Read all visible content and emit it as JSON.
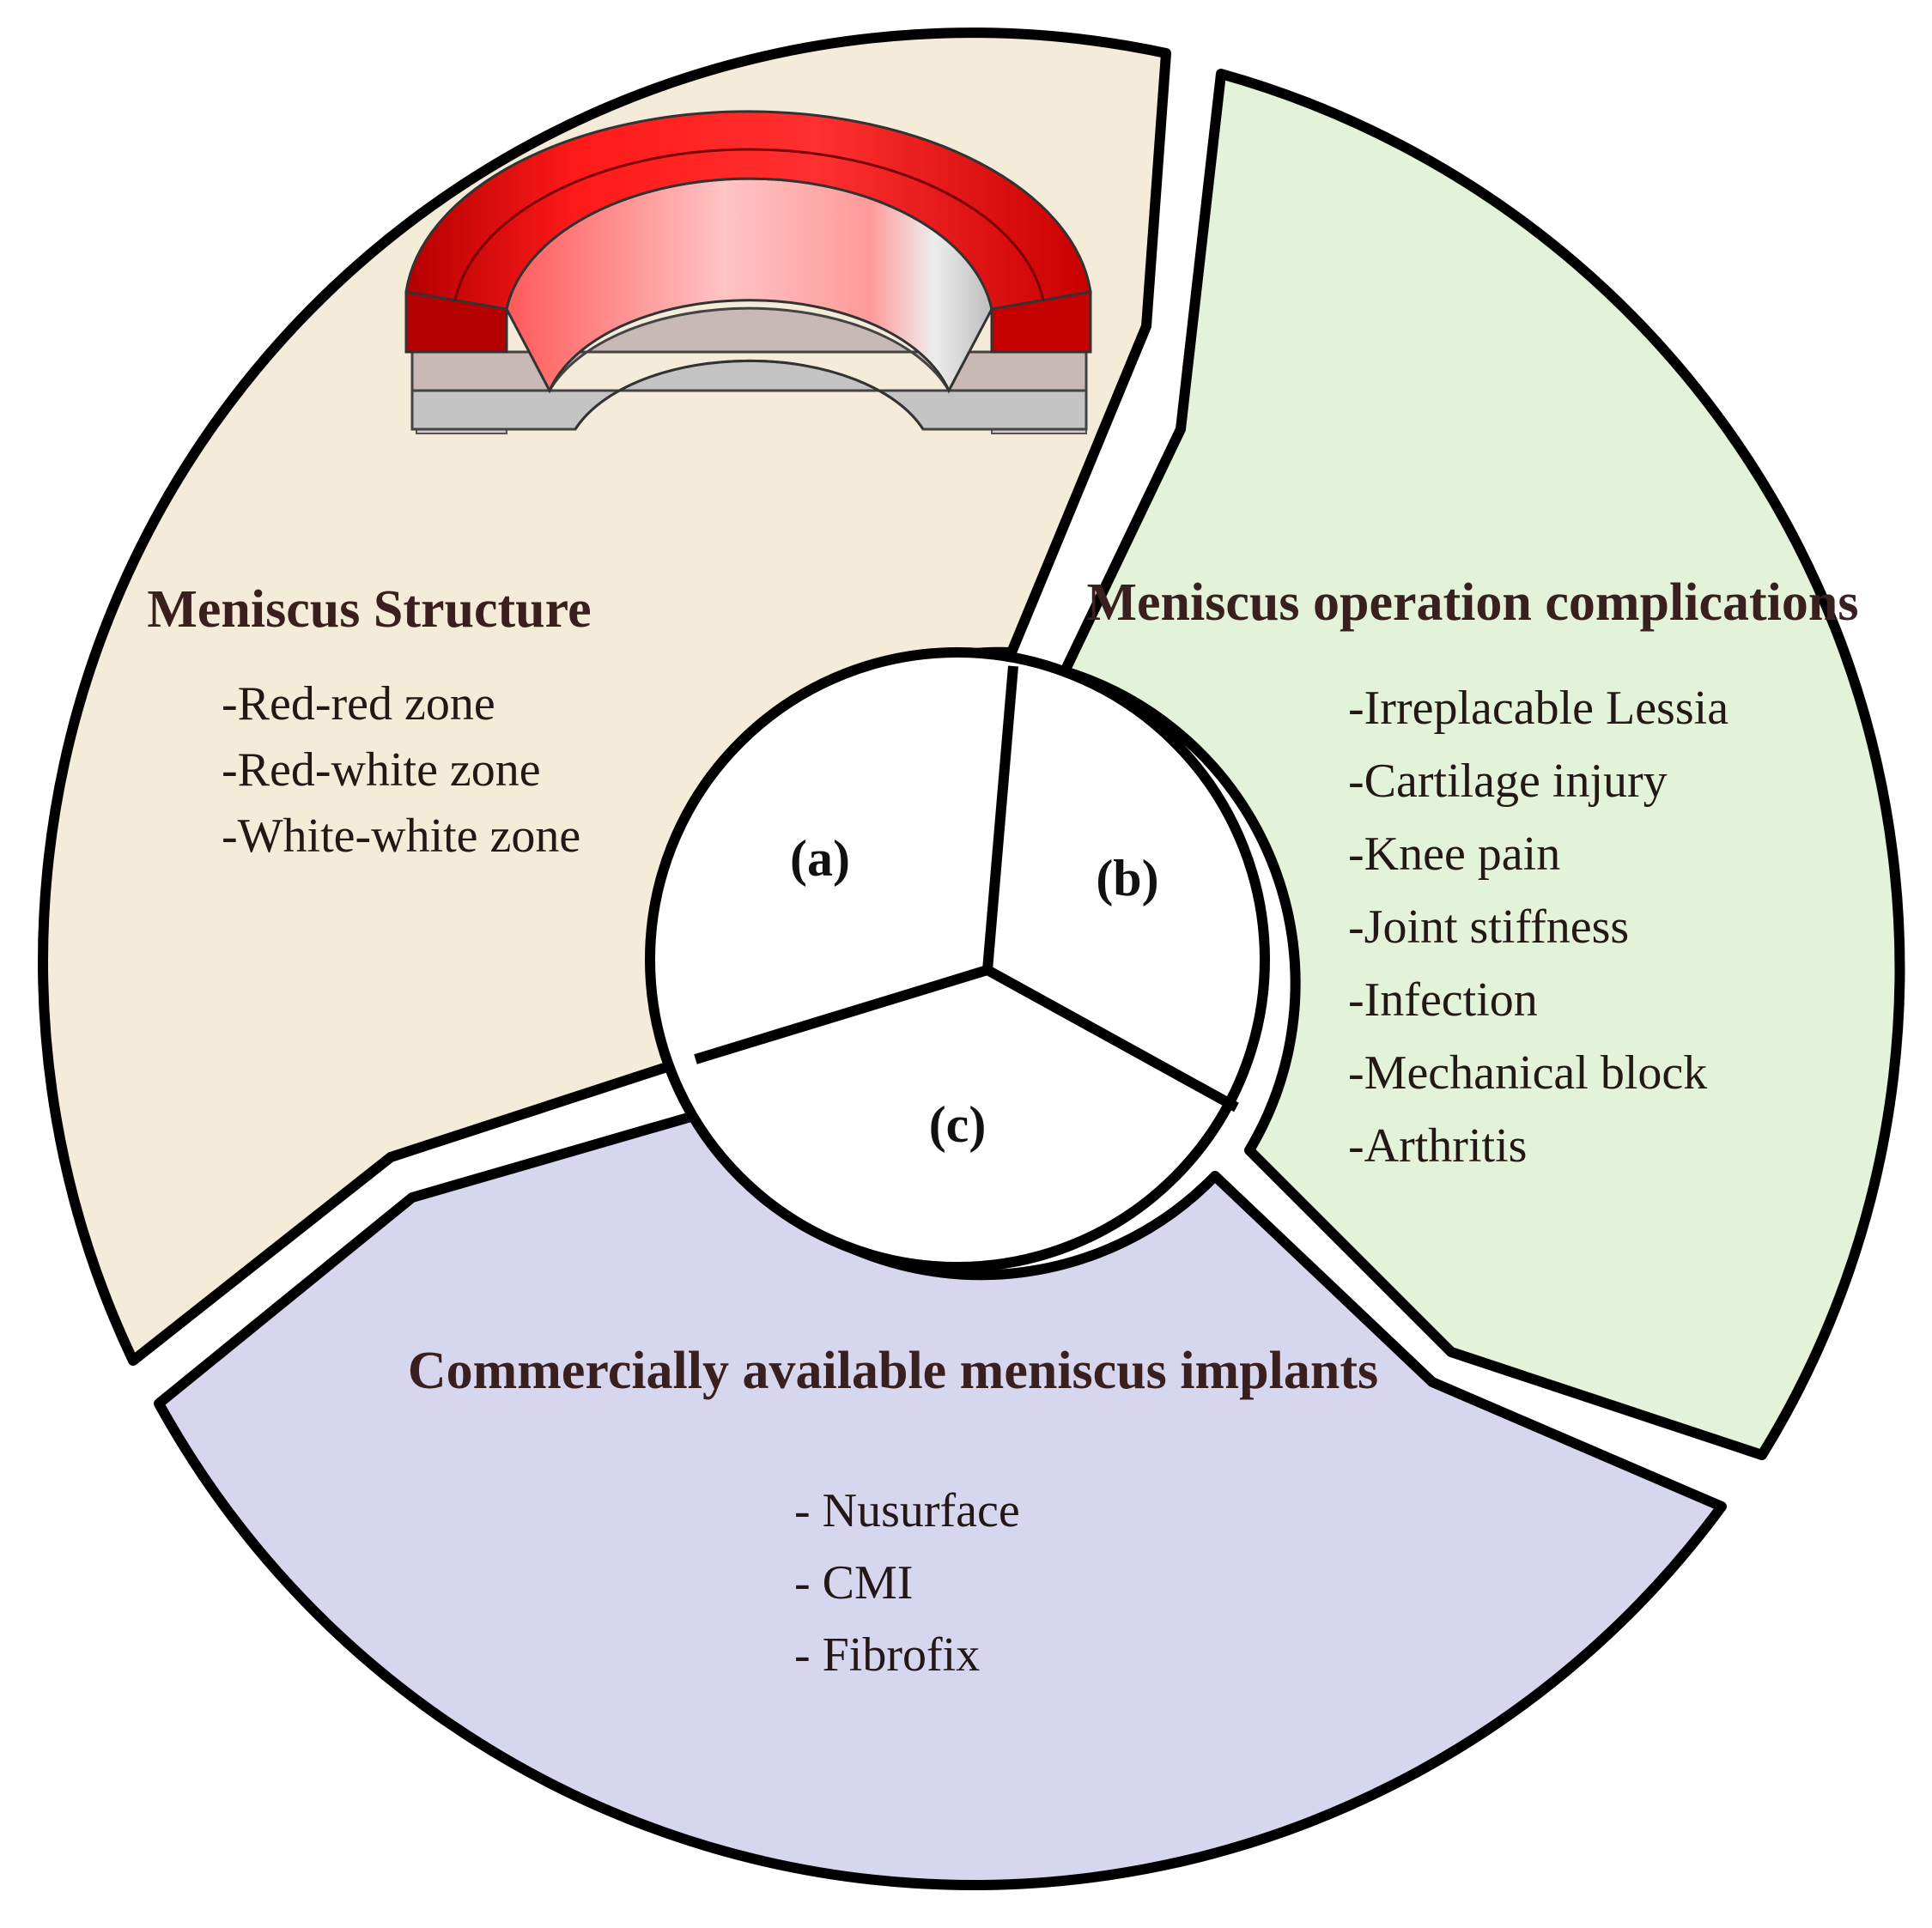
{
  "colors": {
    "segment_a_fill": "#f4ecd9",
    "segment_b_fill": "#e2f3d9",
    "segment_c_fill": "#d7d6ef",
    "outline": "#000000",
    "hub_fill": "#ffffff"
  },
  "segments": {
    "a": {
      "label": "(a)",
      "title": "Meniscus Structure",
      "items": [
        "-Red-red zone",
        "-Red-white zone",
        "-White-white zone"
      ]
    },
    "b": {
      "label": "(b)",
      "title": "Meniscus operation complications",
      "items": [
        "-Irreplacable Lessia",
        "-Cartilage injury",
        "-Knee pain",
        "-Joint stiffness",
        "-Infection",
        "-Mechanical block",
        "-Arthritis"
      ]
    },
    "c": {
      "label": "(c)",
      "title": "Commercially available meniscus implants",
      "items": [
        "- Nusurface",
        "- CMI",
        "- Fibrofix"
      ]
    }
  }
}
